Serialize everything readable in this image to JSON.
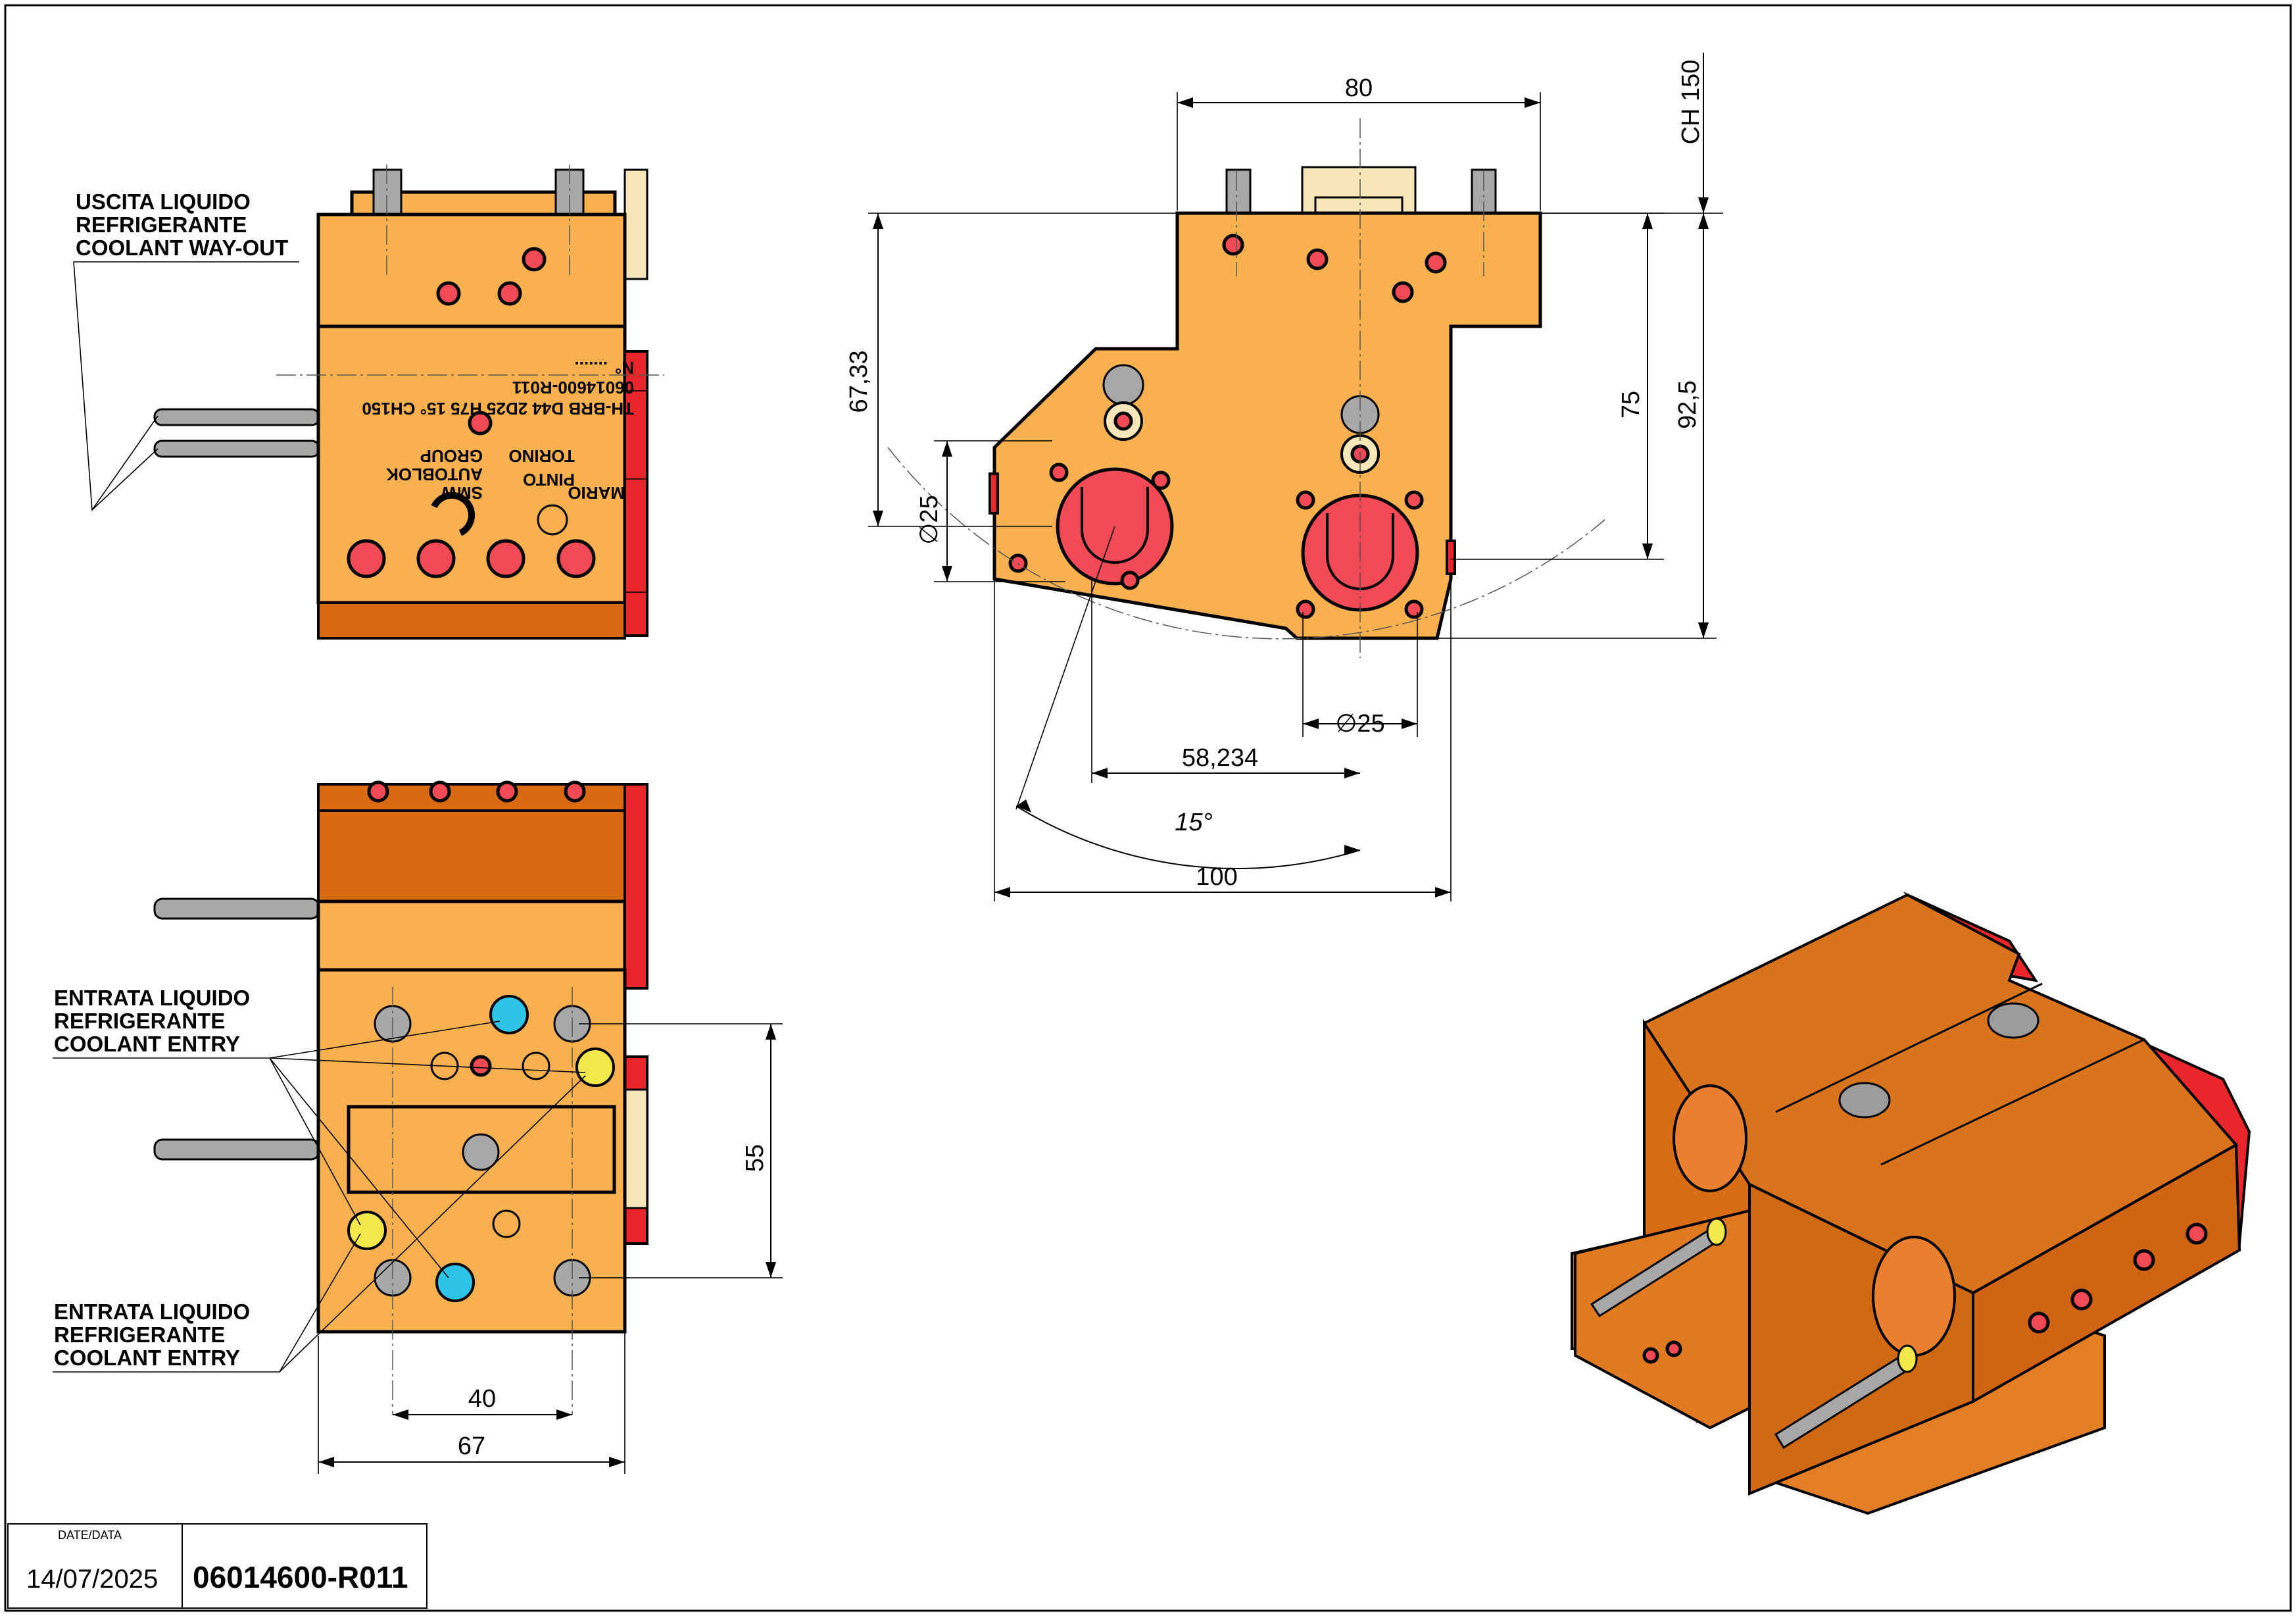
{
  "drawing": {
    "front_view": {
      "dimensions": {
        "width_top": "80",
        "ch": "CH 150",
        "height_left": "67,33",
        "height_right_inner": "75",
        "height_right_outer": "92,5",
        "bore_left": "∅25",
        "bore_bottom": "∅25",
        "offset": "58,234",
        "angle": "15°",
        "width_bottom": "100"
      }
    },
    "side_view": {
      "note_out": [
        "USCITA LIQUIDO",
        "REFRIGERANTE",
        "COOLANT WAY-OUT"
      ],
      "engraving": {
        "serial_label": "N°",
        "serial_value": ".......",
        "code": "06014600-R011",
        "description": "TH-BRB D44 2D25 H75 15° CH150",
        "brand_line1": "SMW",
        "brand_line2": "AUTOBLOK",
        "brand_line3": "GROUP",
        "maker_line1": "MARIO",
        "maker_line2": "PINTO",
        "maker_line3": "TORINO"
      }
    },
    "bottom_view": {
      "note_entry_1": [
        "ENTRATA LIQUIDO",
        "REFRIGERANTE",
        "COOLANT ENTRY"
      ],
      "note_entry_2": [
        "ENTRATA LIQUIDO",
        "REFRIGERANTE",
        "COOLANT ENTRY"
      ],
      "dimensions": {
        "height": "55",
        "hole_spacing": "40",
        "width": "67"
      }
    }
  },
  "title_block": {
    "date_label": "DATE/DATA",
    "date_value": "14/07/2025",
    "drawing_number": "06014600-R011"
  },
  "colors": {
    "body_light": "#f9b04e",
    "body_dark": "#d86a12",
    "bore_red": "#ef4a55",
    "red_bar": "#e8262c",
    "coolant_cyan": "#2ec4e8",
    "coolant_yellow": "#f2e84a"
  }
}
